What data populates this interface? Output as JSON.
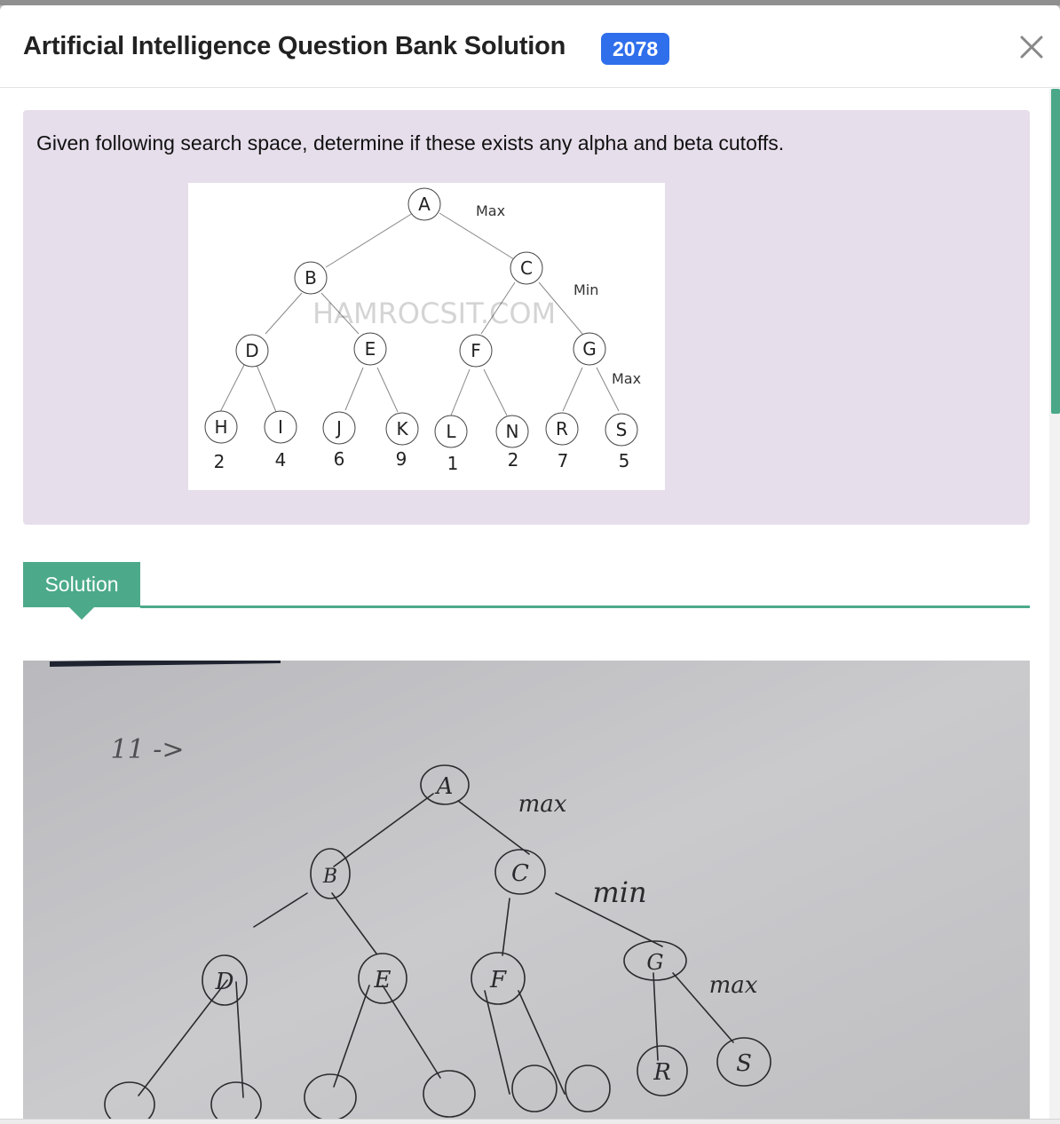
{
  "modal": {
    "title": "Artificial Intelligence Question Bank Solution",
    "year_badge": "2078",
    "close_label": "×"
  },
  "question": {
    "text": "Given following search space, determine if these exists any alpha and beta cutoffs."
  },
  "tree_figure": {
    "watermark": "HAMROCSIT.COM",
    "level_labels": [
      "Max",
      "Min",
      "Max"
    ],
    "nodes": [
      "A",
      "B",
      "C",
      "D",
      "E",
      "F",
      "G",
      "H",
      "I",
      "J",
      "K",
      "L",
      "N",
      "R",
      "S"
    ],
    "leaves": [
      {
        "node": "H",
        "value": "2"
      },
      {
        "node": "I",
        "value": "4"
      },
      {
        "node": "J",
        "value": "6"
      },
      {
        "node": "K",
        "value": "9"
      },
      {
        "node": "L",
        "value": "1"
      },
      {
        "node": "N",
        "value": "2"
      },
      {
        "node": "R",
        "value": "7"
      },
      {
        "node": "S",
        "value": "5"
      }
    ]
  },
  "solution": {
    "tab_label": "Solution",
    "handwritten": {
      "question_number": "11 ->",
      "level_labels": [
        "max",
        "min",
        "max"
      ],
      "nodes": [
        "A",
        "B",
        "C",
        "D",
        "E",
        "F",
        "G",
        "R",
        "S"
      ]
    }
  },
  "colors": {
    "accent_green": "#4caa8a",
    "badge_blue": "#2f6fec",
    "question_bg": "#e6deeb"
  }
}
